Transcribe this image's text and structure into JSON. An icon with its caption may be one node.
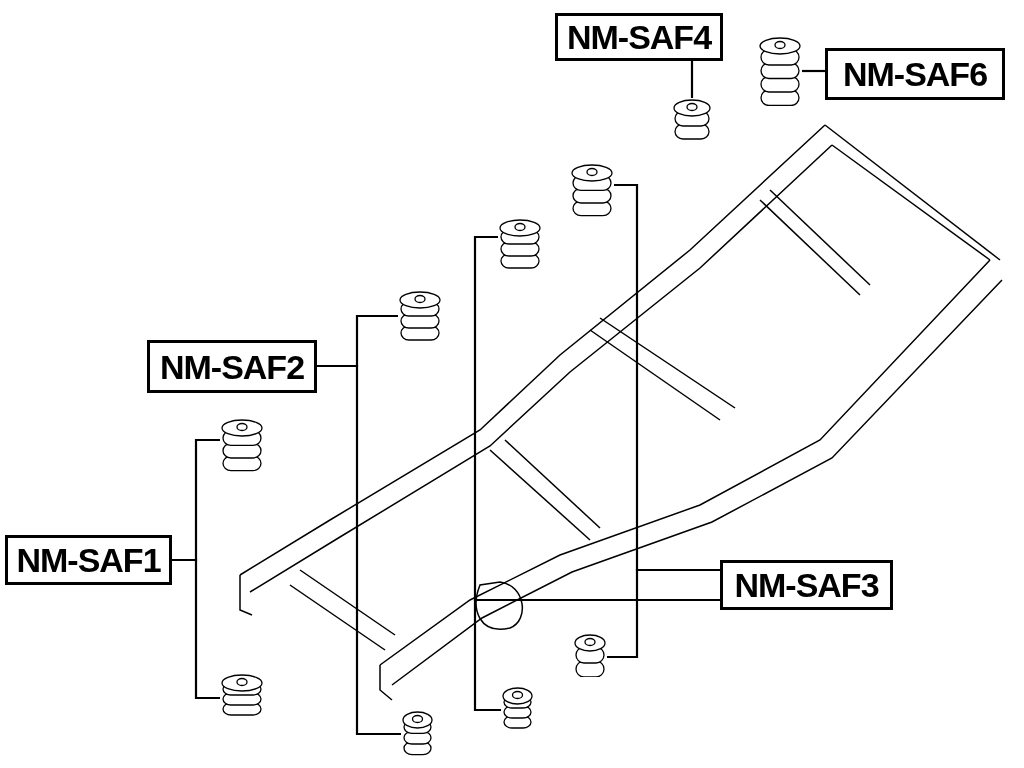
{
  "diagram": {
    "nodes": [
      {
        "text": [
          "NM-SAF4"
        ]
      },
      {
        "text": [],
        "shape": "picture"
      },
      {
        "text": [],
        "shape": "picture"
      },
      {
        "text": [
          "NM-SAF6"
        ]
      },
      {
        "text": [],
        "shape": "picture"
      },
      {
        "text": [],
        "shape": "picture"
      },
      {
        "text": [],
        "shape": "picture"
      },
      {
        "text": [
          "NM-SAF2"
        ]
      },
      {
        "text": [],
        "shape": "picture"
      },
      {
        "text": [
          "NM-SAF1"
        ]
      },
      {
        "text": [
          "NM-SAF3"
        ]
      },
      {
        "text": [],
        "shape": "picture"
      },
      {
        "text": [],
        "shape": "picture"
      },
      {
        "text": [],
        "shape": "picture"
      },
      {
        "text": [],
        "shape": "picture"
      }
    ],
    "edges": [
      {
        "from": 0,
        "to": 1,
        "arrow": "none"
      },
      {
        "from": 3,
        "to": 2,
        "arrow": "none"
      },
      {
        "from": 7,
        "to": 6,
        "arrow": "none"
      },
      {
        "from": 7,
        "to": 14,
        "arrow": "none"
      },
      {
        "from": 9,
        "to": 8,
        "arrow": "none"
      },
      {
        "from": 9,
        "to": 12,
        "arrow": "none"
      },
      {
        "from": 10,
        "to": 4,
        "arrow": "none"
      },
      {
        "from": 10,
        "to": 11,
        "arrow": "none"
      },
      {
        "from": 10,
        "to": 5,
        "arrow": "none"
      },
      {
        "from": 10,
        "to": 13,
        "arrow": "none"
      }
    ]
  }
}
